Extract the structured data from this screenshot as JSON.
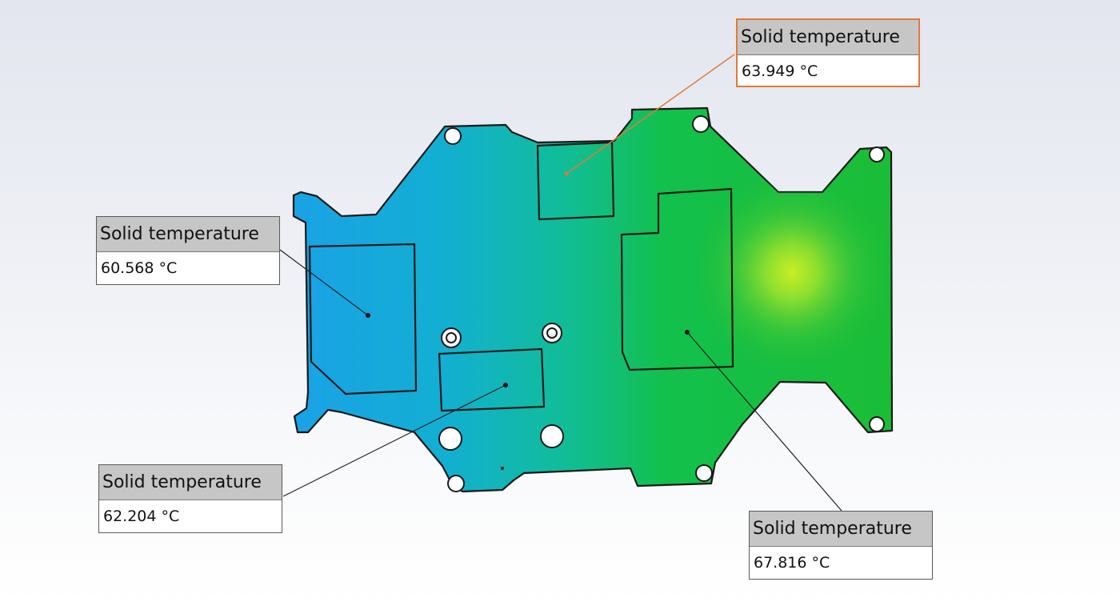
{
  "colors": {
    "cool": "#1aa2e6",
    "mid": "#13bd86",
    "warm": "#16bd3a",
    "hotspot": "#c2ec28",
    "leader_active": "#e07a38",
    "leader": "#222222"
  },
  "probes": [
    {
      "id": "top",
      "label": "Solid temperature",
      "value": "63.949 °C",
      "active": true
    },
    {
      "id": "left",
      "label": "Solid temperature",
      "value": "60.568 °C",
      "active": false
    },
    {
      "id": "bottom-left",
      "label": "Solid temperature",
      "value": "62.204 °C",
      "active": false
    },
    {
      "id": "bottom-right",
      "label": "Solid temperature",
      "value": "67.816 °C",
      "active": false
    }
  ]
}
